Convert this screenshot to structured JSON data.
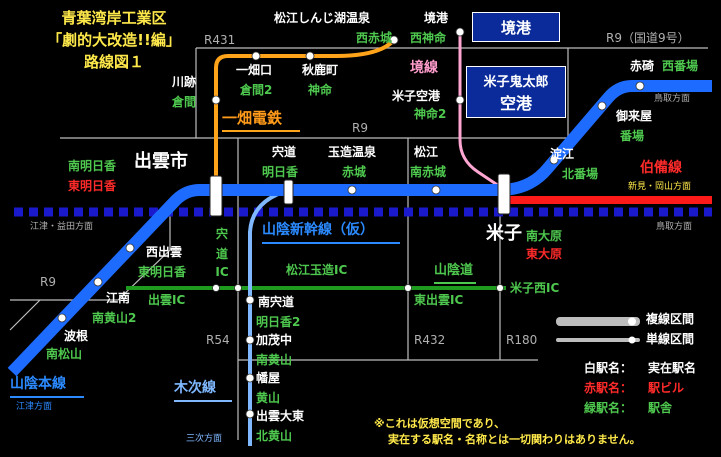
{
  "title": {
    "line1": "青葉湾岸工業区",
    "line2": "「劇的大改造!!編」",
    "line3": "路線図１"
  },
  "colors": {
    "background": "#000000",
    "sanin_main_line": "#1e6cff",
    "hakubi_line": "#ff1a1a",
    "ichibata_line": "#ffa31a",
    "sakai_line": "#ffa6d2",
    "kisuki_line": "#7fb8ff",
    "expressway": "#1e9a1e",
    "shinkansen": "#1a1acc",
    "road": "#bdbdbd",
    "station_name": "#ffffff",
    "building_name": "#ff2a2a",
    "station_house": "#4ec84e"
  },
  "stations": {
    "izumoshi": "出雲市",
    "izumoshi_red": "東明日香",
    "izumoshi_green": "南明日香",
    "kawaato": "川跡",
    "kawaato_green": "倉間",
    "hitokuchi": "一畑口",
    "hitokuchi_green": "倉間2",
    "akishika": "秋鹿町",
    "akishika_green": "神命",
    "matsue_shinji": "松江しんじ湖温泉",
    "matsue_shinji_green": "西赤城",
    "sakaiminato": "境港",
    "sakaiminato_green": "西神命",
    "yonago_airport": "米子空港",
    "yonago_airport_green": "神命2",
    "shinji": "宍道",
    "shinji_green": "明日香",
    "tamatsukuri": "玉造温泉",
    "tamatsukuri_green": "赤城",
    "matsue": "松江",
    "matsue_green": "南赤城",
    "yonago": "米子",
    "yonago_green": "南大原",
    "yonago_red": "東大原",
    "yasugi": "淀江",
    "yasugi_green": "北番場",
    "houki": "御来屋",
    "houki_green": "番場",
    "akasaki": "赤碕",
    "akasaki_green": "西番場",
    "nishiizumo": "西出雲",
    "nishiizumo_green": "東明日香",
    "enan": "江南",
    "enan_green": "南黄山2",
    "hane": "波根",
    "hane_green": "南松山",
    "minamishinji": "南宍道",
    "minamishinji_green": "明日香2",
    "kamochu": "加茂中",
    "kamochu_green": "南黄山",
    "hiya": "幡屋",
    "hiya_green": "黄山",
    "izumo_daito": "出雲大東",
    "izumo_daito_green": "北黄山"
  },
  "lines": {
    "ichibata": "一畑電鉄",
    "sakai": "境線",
    "shinkansen": "山陰新幹線（仮）",
    "sanin": "山陰本線",
    "hakubi": "伯備線",
    "kisuki": "木次線",
    "sanin_expressway": "山陰道"
  },
  "airport": {
    "top": "境港",
    "name_l1": "米子鬼太郎",
    "name_l2": "空港"
  },
  "ic": {
    "shinji_l1": "宍",
    "shinji_l2": "道",
    "shinji_l3": "IC",
    "izumo": "出雲IC",
    "matsue_tamatsukuri": "松江玉造IC",
    "higashi_izumo": "東出雲IC",
    "yonago_nishi": "米子西IC"
  },
  "roads": {
    "r431": "R431",
    "r9_top": "R9（国道9号）",
    "r9_mid": "R9",
    "r9_left": "R9",
    "r54": "R54",
    "r432": "R432",
    "r180": "R180"
  },
  "directions": {
    "gotsu_masuda": "江津・益田方面",
    "tottori_top": "鳥取方面",
    "tottori_right": "鳥取方面",
    "niimi_okayama": "新見・岡山方面",
    "gotsu": "江津方面",
    "miyoshi": "三次方面"
  },
  "legend": {
    "double": "複線区間",
    "single": "単線区間",
    "white_label": "白駅名：",
    "white_value": "実在駅名",
    "red_label": "赤駅名：",
    "red_value": "駅ビル",
    "green_label": "緑駅名：",
    "green_value": "駅舎"
  },
  "note": {
    "line1": "※これは仮想空間であり、",
    "line2": "実在する駅名・名称とは一切関わりはありません。"
  }
}
